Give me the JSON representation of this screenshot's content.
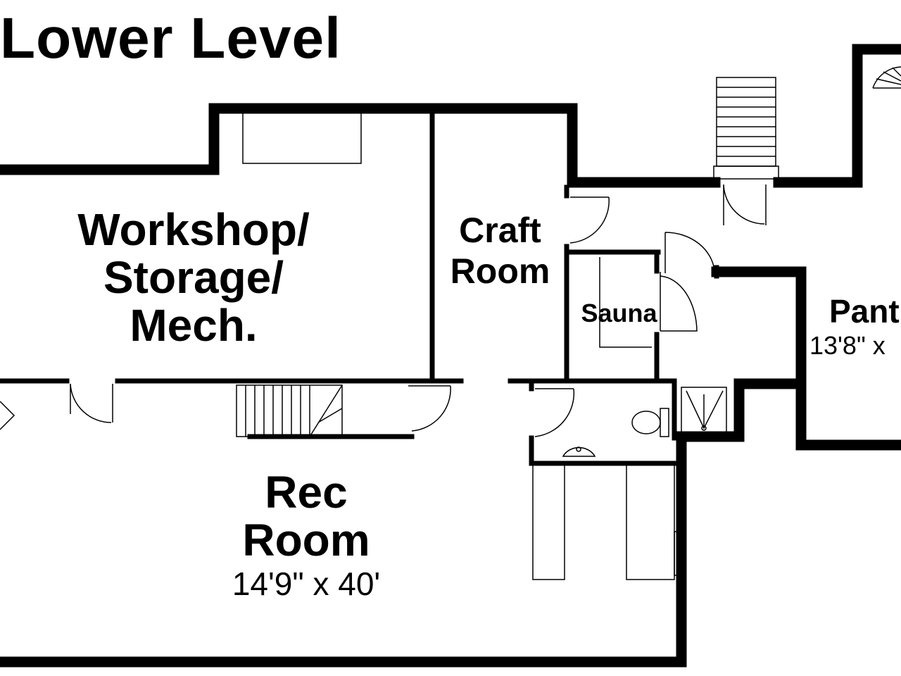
{
  "title": "Lower Level",
  "rooms": {
    "workshop": {
      "line1": "Workshop/",
      "line2": "Storage/",
      "line3": "Mech."
    },
    "craft": {
      "line1": "Craft",
      "line2": "Room"
    },
    "sauna": {
      "name": "Sauna"
    },
    "pantry": {
      "name": "Pant",
      "dims": "13'8\" x"
    },
    "rec": {
      "line1": "Rec",
      "line2": "Room",
      "dims": "14'9\" x 40'"
    }
  },
  "colors": {
    "wall": "#000000",
    "fixture": "#555555",
    "background": "#ffffff"
  }
}
